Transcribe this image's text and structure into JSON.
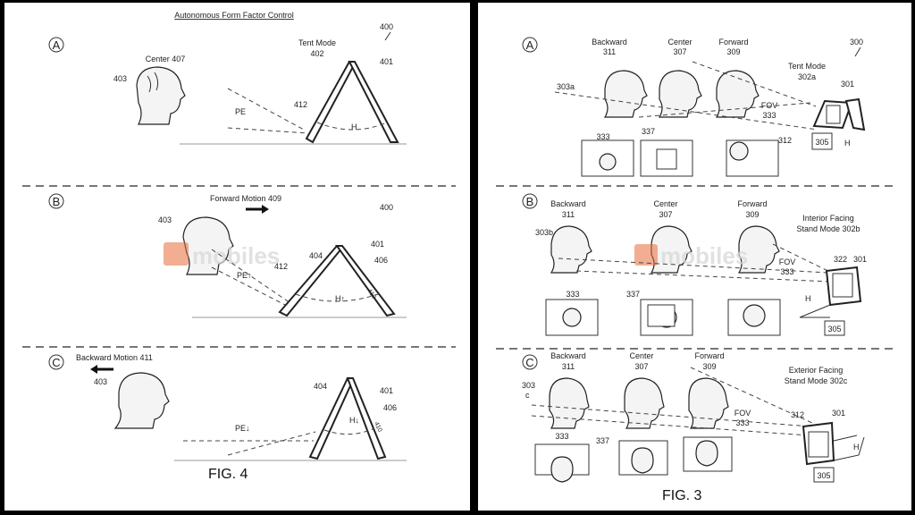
{
  "fig4": {
    "title": "Autonomous Form Factor Control",
    "figure_label": "FIG. 4",
    "ref_400": "400",
    "ref_401": "401",
    "ref_403": "403",
    "ref_404": "404",
    "ref_406": "406",
    "ref_412": "412",
    "panel_a": {
      "letter": "A",
      "user_label": "Center 407",
      "mode_line1": "Tent Mode",
      "mode_line2": "402",
      "pe": "PE",
      "h": "H"
    },
    "panel_b": {
      "letter": "B",
      "motion_label": "Forward Motion 409",
      "pe": "PE↑",
      "h": "H↑",
      "hinge": "410"
    },
    "panel_c": {
      "letter": "C",
      "motion_label": "Backward Motion 411",
      "pe": "PE↓",
      "h": "H↓",
      "hinge": "410"
    }
  },
  "fig3": {
    "figure_label": "FIG. 3",
    "ref_300": "300",
    "ref_301": "301",
    "ref_305": "305",
    "ref_312": "312",
    "ref_322": "322",
    "ref_333": "333",
    "ref_337": "337",
    "ref_303a": "303a",
    "ref_303b": "303b",
    "ref_303c_1": "303",
    "ref_303c_2": "c",
    "fov_line1": "FOV",
    "fov_line2": "333",
    "h": "H",
    "backward": "Backward",
    "backward_num": "311",
    "center": "Center",
    "center_num": "307",
    "forward": "Forward",
    "forward_num": "309",
    "panel_a": {
      "letter": "A",
      "mode_line1": "Tent Mode",
      "mode_line2": "302a"
    },
    "panel_b": {
      "letter": "B",
      "mode_line1": "Interior Facing",
      "mode_line2": "Stand Mode 302b"
    },
    "panel_c": {
      "letter": "C",
      "mode_line1": "Exterior Facing",
      "mode_line2": "Stand Mode 302c"
    }
  },
  "watermark": {
    "text": "mobiles",
    "brand_color": "#e56b3a"
  }
}
